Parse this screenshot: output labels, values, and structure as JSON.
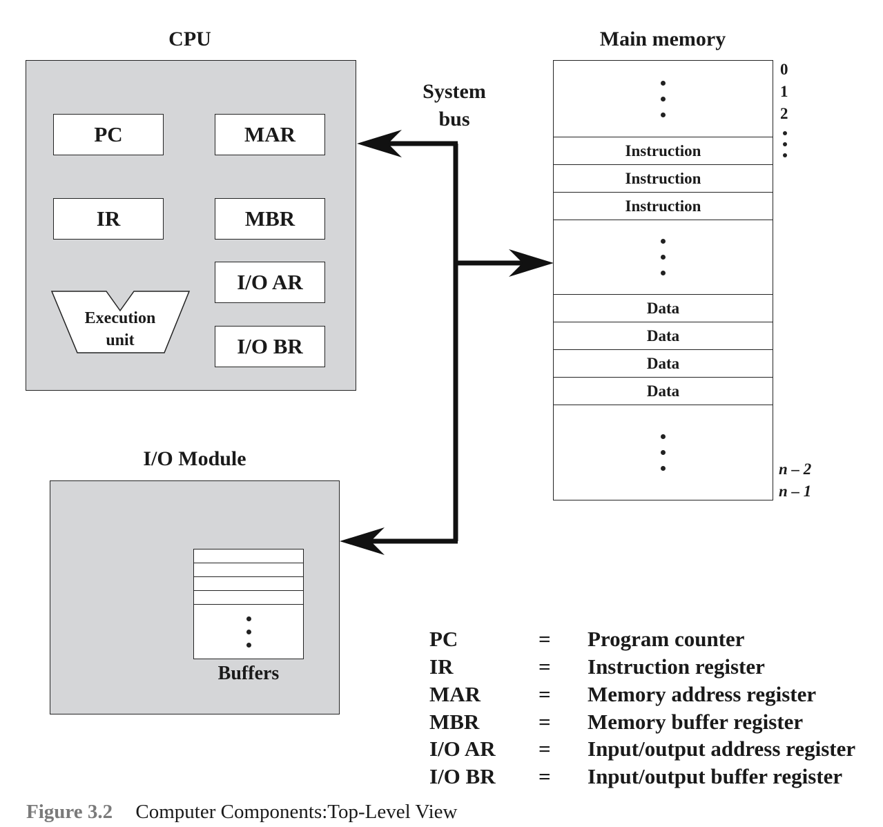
{
  "cpu": {
    "title": "CPU",
    "registers": {
      "pc": "PC",
      "mar": "MAR",
      "ir": "IR",
      "mbr": "MBR",
      "io_ar": "I/O AR",
      "io_br": "I/O BR"
    },
    "execution_unit": {
      "line1": "Execution",
      "line2": "unit"
    }
  },
  "bus": {
    "line1": "System",
    "line2": "bus"
  },
  "memory": {
    "title": "Main memory",
    "rows": {
      "instruction": [
        "Instruction",
        "Instruction",
        "Instruction"
      ],
      "data": [
        "Data",
        "Data",
        "Data",
        "Data"
      ]
    },
    "addresses": {
      "a0": "0",
      "a1": "1",
      "a2": "2",
      "n2": "n – 2",
      "n1": "n – 1"
    }
  },
  "io_module": {
    "title": "I/O Module",
    "buffers_label": "Buffers"
  },
  "legend": [
    {
      "abbr": "PC",
      "eq": "=",
      "meaning": "Program counter"
    },
    {
      "abbr": "IR",
      "eq": "=",
      "meaning": "Instruction register"
    },
    {
      "abbr": "MAR",
      "eq": "=",
      "meaning": "Memory address register"
    },
    {
      "abbr": "MBR",
      "eq": "=",
      "meaning": "Memory buffer register"
    },
    {
      "abbr": "I/O AR",
      "eq": "=",
      "meaning": "Input/output address register"
    },
    {
      "abbr": "I/O BR",
      "eq": "=",
      "meaning": "Input/output buffer register"
    }
  ],
  "caption": {
    "label": "Figure 3.2",
    "text": "Computer Components:Top-Level View"
  }
}
